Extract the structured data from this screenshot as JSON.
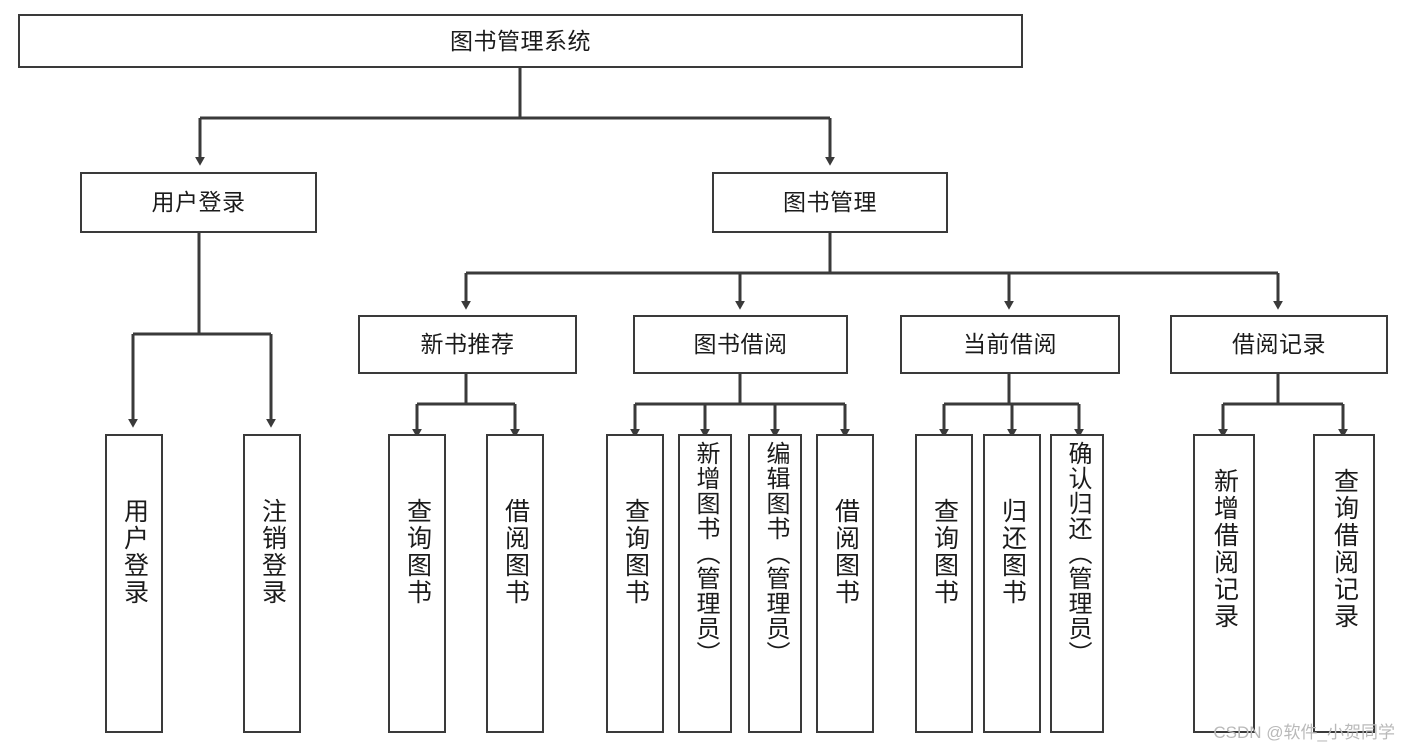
{
  "diagram": {
    "title": "图书管理系统",
    "type": "tree-hierarchy",
    "orientation": "top-down",
    "colors": {
      "background": "#ffffff",
      "box_border": "#3a3a3a",
      "box_fill": "#ffffff",
      "text": "#1b1b1b",
      "edge": "#3a3a3a",
      "watermark": "#b9b9b9"
    },
    "watermark": "CSDN @软件_小贺同学"
  },
  "nodes": {
    "root": {
      "label": "图书管理系统"
    },
    "level2": [
      {
        "label": "用户登录"
      },
      {
        "label": "图书管理"
      }
    ],
    "level3": [
      {
        "label": "新书推荐"
      },
      {
        "label": "图书借阅"
      },
      {
        "label": "当前借阅"
      },
      {
        "label": "借阅记录"
      }
    ],
    "leaves": {
      "user_login": [
        {
          "label": "用户登录"
        },
        {
          "label": "注销登录"
        }
      ],
      "new_book_recommend": [
        {
          "label": "查询图书"
        },
        {
          "label": "借阅图书"
        }
      ],
      "book_borrow": [
        {
          "label": "查询图书"
        },
        {
          "label": "新增图书（管理员）"
        },
        {
          "label": "编辑图书（管理员）"
        },
        {
          "label": "借阅图书"
        }
      ],
      "current_borrow": [
        {
          "label": "查询图书"
        },
        {
          "label": "归还图书"
        },
        {
          "label": "确认归还（管理员）"
        }
      ],
      "borrow_record": [
        {
          "label": "新增借阅记录"
        },
        {
          "label": "查询借阅记录"
        }
      ]
    }
  }
}
